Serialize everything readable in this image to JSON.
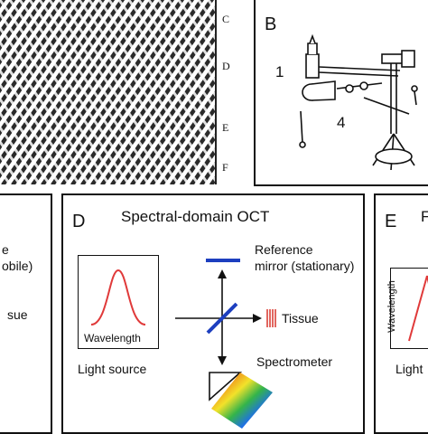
{
  "panel_a": {
    "ticks": [
      "C",
      "D",
      "E",
      "F"
    ]
  },
  "panel_b": {
    "letter": "B",
    "callouts": [
      "1",
      "4"
    ]
  },
  "panel_c": {
    "lines": [
      "e",
      "obile)",
      "sue"
    ]
  },
  "panel_d": {
    "letter": "D",
    "title": "Spectral-domain OCT",
    "reference_line1": "Reference",
    "reference_line2": "mirror (stationary)",
    "tissue": "Tissue",
    "spectrometer": "Spectrometer",
    "wavelength": "Wavelength",
    "light_source": "Light source"
  },
  "panel_e": {
    "letter": "E",
    "title_fragment": "F",
    "wavelength": "Wavelength",
    "light_fragment": "Light"
  },
  "colors": {
    "curve": "#e03a3a",
    "mirror": "#1d3fbf",
    "tissue": "#d9342b",
    "ink": "#111111"
  }
}
